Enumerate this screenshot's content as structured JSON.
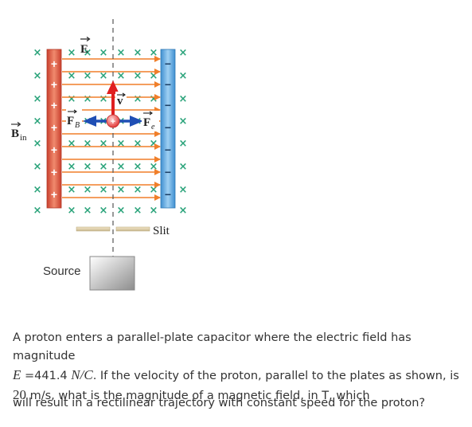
{
  "diagram": {
    "label_e_field": "E",
    "label_velocity": "v",
    "label_magnetic_force": "F",
    "label_magnetic_force_sub": "B",
    "label_electric_force": "F",
    "label_electric_force_sub": "e",
    "label_b_field": "B",
    "label_b_field_sub": "in",
    "label_slit": "Slit",
    "label_source": "Source",
    "plus_sign": "+",
    "minus_sign": "−",
    "cross_mark": "×",
    "colors": {
      "positive_plate": "#e8735a",
      "negative_plate": "#5aa8e0",
      "field_line": "#f07f2a",
      "cross": "#2aa37a",
      "velocity": "#e02020",
      "force": "#1f4fb5",
      "proton": "#f05858"
    }
  },
  "problem": {
    "line1_prefix": "A proton enters a parallel-plate capacitor where the electric field has magnitude",
    "e_symbol": "E",
    "e_value": " =441.4 ",
    "e_unit": "N/C",
    "line2_mid": ". If the velocity of the proton, parallel to the plates as shown, is",
    "v_value": "20",
    "line3_suffix": " m/s, what is the magnitude of a magnetic field, in T, which",
    "line4": "will result in a rectilinear trajectory with constant speed for the proton?"
  }
}
